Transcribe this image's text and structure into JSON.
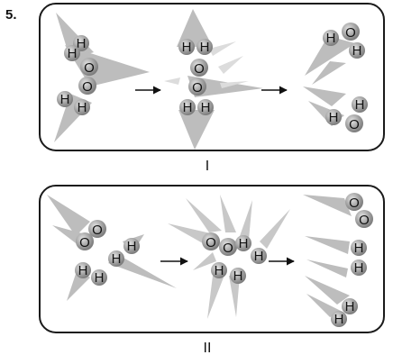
{
  "question_number": "5.",
  "panel_I": {
    "label": "I",
    "reactants": {
      "h2_top": [
        "H",
        "H"
      ],
      "o2": [
        "O",
        "O"
      ],
      "h2_bottom": [
        "H",
        "H"
      ]
    },
    "collision": [
      "H",
      "H",
      "O",
      "O",
      "H",
      "H"
    ],
    "products": {
      "water_top": [
        "H",
        "O",
        "H"
      ],
      "water_bottom": [
        "H",
        "H",
        "O"
      ]
    }
  },
  "panel_II": {
    "label": "II",
    "reactants": {
      "o2": [
        "O",
        "O"
      ],
      "h2_right": [
        "H",
        "H"
      ],
      "h2_left": [
        "H",
        "H"
      ]
    },
    "collision": [
      "O",
      "O",
      "H",
      "H",
      "H",
      "H"
    ],
    "products": {
      "o2": [
        "O",
        "O"
      ],
      "h2_a": [
        "H",
        "H"
      ],
      "h2_b": [
        "H",
        "H"
      ]
    }
  }
}
